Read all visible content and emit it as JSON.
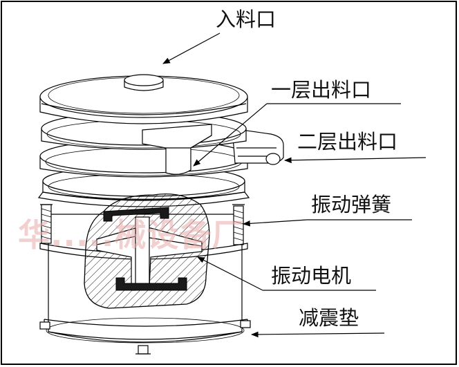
{
  "labels": {
    "inlet": "入料口",
    "outlet_layer1": "一层出料口",
    "outlet_layer2": "二层出料口",
    "spring": "振动弹簧",
    "motor": "振动电机",
    "pad": "减震垫"
  },
  "watermark": "华.....械设备厂",
  "colors": {
    "line": "#000000",
    "background": "#ffffff",
    "watermark": "#e8a9a9",
    "spring_block": "#1a1a1a"
  }
}
